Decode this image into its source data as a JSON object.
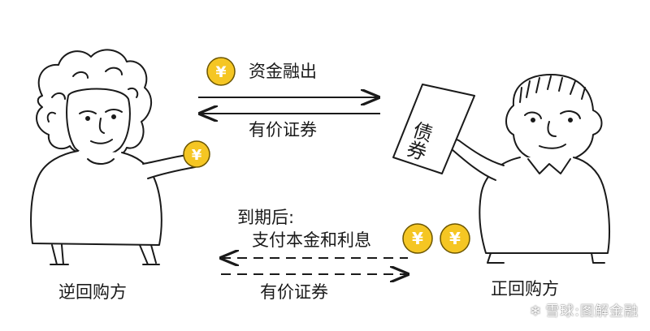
{
  "colors": {
    "coin_fill": "#f5c623",
    "coin_stroke": "#6b5500",
    "ink": "#1a1a1a"
  },
  "top_flow": {
    "upper_label": "资金融出",
    "lower_label": "有价证券",
    "coin_symbol": "¥"
  },
  "bottom_flow": {
    "heading": "到期后:",
    "upper_label": "支付本金和利息",
    "lower_label": "有价证券",
    "coin_symbol": "¥"
  },
  "left_party": {
    "label": "逆回购方",
    "coin_symbol": "¥"
  },
  "right_party": {
    "label": "正回购方",
    "document_text": "债券"
  },
  "watermark": {
    "text": "雪球:图解金融"
  }
}
